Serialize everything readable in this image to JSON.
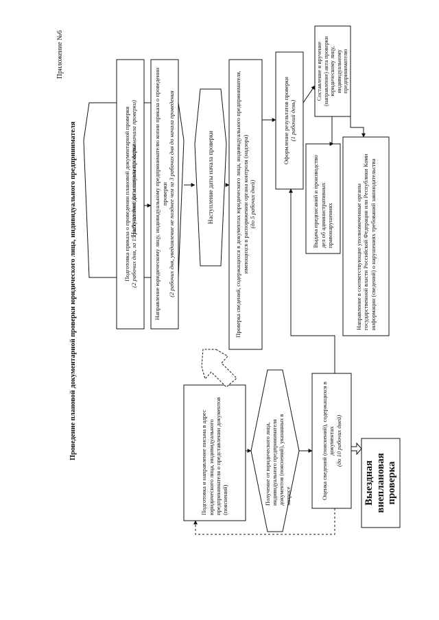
{
  "header": {
    "appendix": "Приложение №6",
    "title": "Проведение плановой документарной проверки юридического лица, индивидуального предпринимателя"
  },
  "blocks": {
    "start_check": "Наступление даты начала проверки",
    "order_line1": "Подготовка приказа о проведении плановой документарной проверки",
    "order_line2": "(2 рабочих дня, за 15 рабочих дней до наступления даты начала проверки)",
    "send_line1": "Направление юридическому лицу, индивидуальному предпринимателю копии приказа о проведении проверки",
    "send_line2": "(2 рабочих дня, уведомление не позднее чем за 3 рабочих дня до начала проведения",
    "start_check2": "Наступление даты начала проверки",
    "review_line1": "Проверка сведений, содержащихся в документах юридического лица, индивидуального предпринимателя, имеющихся в распоряжении органа контроля (надзора)",
    "review_line2": "(до 5 рабочих дней)",
    "results_line1": "Оформление результатов проверки",
    "results_line2": "(1 рабочий день)",
    "act_delivery": "Составление и вручение (направление) акта проверки юридическому лицу, индивидуальному предпринимателю",
    "prescriptions": "Выдача предписаний и производство дел об административных правонарушениях",
    "authorities": "Направление в соответствующие уполномоченные органы государственной власти Российской Федерации или Республики Коми информации (сведений) о нарушениях требований законодательства",
    "letter": "Подготовка и направление письма в адрес юридического лица, индивидуального предпринимателя о представлении документов (пояснений)",
    "receive_docs": "Получение от юридического лица, индивидуального предпринимателя документов (пояснений), указанных в запросе",
    "evaluate_line1": "Оценка сведений (пояснений), содержащихся в документах",
    "evaluate_line2": "(до 10 рабочих дней)",
    "onsite_check": "Выездная внеплановая проверка"
  },
  "colors": {
    "line": "#111111",
    "background": "#ffffff"
  }
}
